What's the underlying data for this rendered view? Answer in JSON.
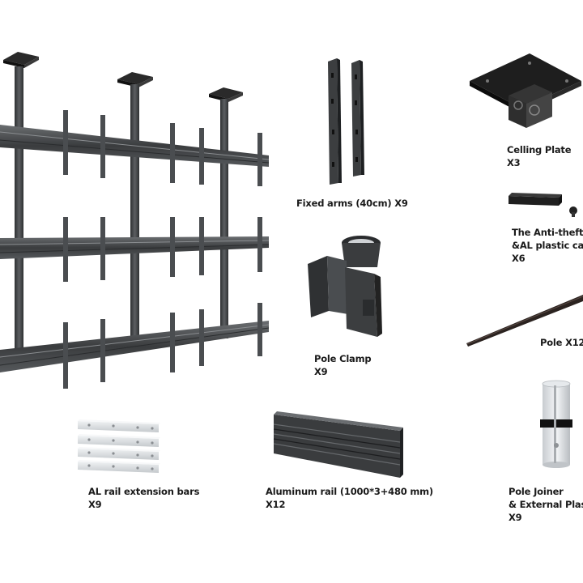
{
  "parts": {
    "ceiling_plate": {
      "name": "Celling Plate",
      "qty": "X3"
    },
    "anti_theft": {
      "name": "The Anti-theft s",
      "name2": "&AL plastic cap",
      "qty": "X6"
    },
    "pole": {
      "label": "Pole X12"
    },
    "fixed_arms": {
      "label": "Fixed arms (40cm) X9"
    },
    "pole_clamp": {
      "name": "Pole Clamp",
      "qty": "X9"
    },
    "rail_extension": {
      "name": "AL rail extension bars",
      "qty": "X9"
    },
    "aluminum_rail": {
      "name": "Aluminum rail (1000*3+480 mm)",
      "qty": "X12"
    },
    "pole_joiner": {
      "name": "Pole Joiner",
      "name2": "& External Plast",
      "qty": "X9"
    }
  },
  "colors": {
    "metal_dark": "#3a3c3e",
    "metal_mid": "#55585b",
    "metal_light": "#7a7d80",
    "plate_black": "#1e1e1e",
    "aluminum": "#d9dcdf",
    "text": "#1a1a1a"
  }
}
